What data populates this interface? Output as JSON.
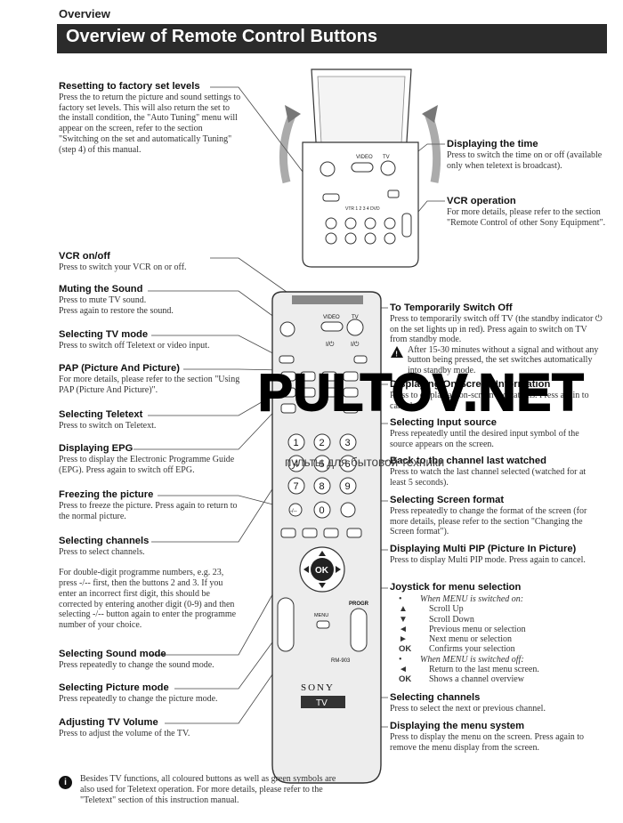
{
  "header": {
    "section": "Overview",
    "title": "Overview of Remote Control Buttons"
  },
  "left_items": [
    {
      "heading": "Resetting to factory set levels",
      "body": "Press the to return the picture and sound settings to factory set levels. This will also return the set to the install condition, the \"Auto Tuning\" menu will appear on the screen, refer to the section \"Switching on the set and automatically Tuning\" (step 4) of this manual."
    },
    {
      "heading": "VCR on/off",
      "body": "Press to switch your VCR on or off."
    },
    {
      "heading": "Muting the Sound",
      "body": "Press to mute TV sound.\nPress again to restore the sound."
    },
    {
      "heading": "Selecting TV mode",
      "body": "Press to switch off Teletext or video input."
    },
    {
      "heading": "PAP (Picture And Picture)",
      "body": "For more details, please refer to the section \"Using PAP (Picture And Picture)\"."
    },
    {
      "heading": "Selecting Teletext",
      "body": "Press to switch on Teletext."
    },
    {
      "heading": "Displaying EPG",
      "body": "Press to display the Electronic Programme Guide (EPG). Press again to switch off EPG."
    },
    {
      "heading": "Freezing the picture",
      "body": "Press to freeze the picture. Press again to return to the normal picture."
    },
    {
      "heading": "Selecting channels",
      "body": "Press to select channels.\n\nFor double-digit programme numbers, e.g. 23, press -/-- first, then the buttons 2 and 3. If you enter an incorrect first digit, this should be corrected by entering another digit (0-9) and then selecting -/-- button again to enter the programme number of your choice."
    },
    {
      "heading": "Selecting Sound mode",
      "body": "Press repeatedly to change the sound mode."
    },
    {
      "heading": "Selecting Picture mode",
      "body": "Press repeatedly to change the picture mode."
    },
    {
      "heading": "Adjusting TV Volume",
      "body": "Press to adjust the volume of the TV."
    }
  ],
  "right_items": [
    {
      "heading": "Displaying the time",
      "body": "Press to switch the time on or off (available only when teletext is broadcast)."
    },
    {
      "heading": "VCR operation",
      "body": "For more details, please refer to the section \"Remote Control of other Sony Equipment\"."
    },
    {
      "heading": "To Temporarily Switch Off",
      "body": "Press to temporarily switch off TV (the standby indicator ⏻ on the set lights up in red). Press again to switch on TV from standby mode."
    },
    {
      "heading": "Displaying On Screen Information",
      "body": "Press to display all on-screen indications. Press again to cancel."
    },
    {
      "heading": "Selecting Input source",
      "body": "Press repeatedly until the desired input symbol of the source appears on the screen."
    },
    {
      "heading": "Back to the channel last watched",
      "body": "Press to watch the last channel selected (watched for at least 5 seconds)."
    },
    {
      "heading": "Selecting Screen format",
      "body": "Press repeatedly to change the format of the screen (for more details, please refer to the section \"Changing the Screen format\")."
    },
    {
      "heading": "Displaying Multi PIP (Picture In Picture)",
      "body": "Press to display Multi PIP mode. Press again to cancel."
    },
    {
      "heading": "Joystick for menu selection",
      "body": ""
    },
    {
      "heading": "Selecting channels",
      "body": "Press to select the next or previous channel."
    },
    {
      "heading": "Displaying the menu system",
      "body": "Press to display the menu on the screen. Press again to remove the menu display from the screen."
    }
  ],
  "standby_warning": "After 15-30 minutes without a signal and without any button being pressed, the set switches automatically into standby mode.",
  "joystick": {
    "menu_on": "When MENU is switched on:",
    "items_on": [
      {
        "mark": "▲",
        "text": "Scroll Up"
      },
      {
        "mark": "▼",
        "text": "Scroll Down"
      },
      {
        "mark": "◄",
        "text": "Previous menu or selection"
      },
      {
        "mark": "►",
        "text": "Next menu or selection"
      },
      {
        "mark": "OK",
        "text": "Confirms your selection"
      }
    ],
    "menu_off": "When MENU is switched off:",
    "items_off": [
      {
        "mark": "◄",
        "text": "Return to the last menu screen."
      },
      {
        "mark": "OK",
        "text": "Shows a channel overview"
      }
    ]
  },
  "footnote": "Besides TV functions, all coloured buttons as well as green symbols are also used for Teletext operation. For more details, please refer to the \"Teletext\" section of this instruction manual.",
  "remote": {
    "brand": "SONY",
    "model": "RM-903",
    "tv_label": "TV",
    "video_label": "VIDEO",
    "power_label": "I/⏻",
    "progr_label": "PROGR",
    "menu_label": "MENU",
    "ok_label": "OK",
    "vtr_label": "VTR 1 2 3 4 DVD",
    "dash_label": "-/--",
    "digits": [
      "1",
      "2",
      "3",
      "4",
      "5",
      "6",
      "7",
      "8",
      "9",
      "0"
    ]
  },
  "watermark": {
    "text": "PULTOV.NET",
    "subtext": "пульты для бытовой техники"
  }
}
